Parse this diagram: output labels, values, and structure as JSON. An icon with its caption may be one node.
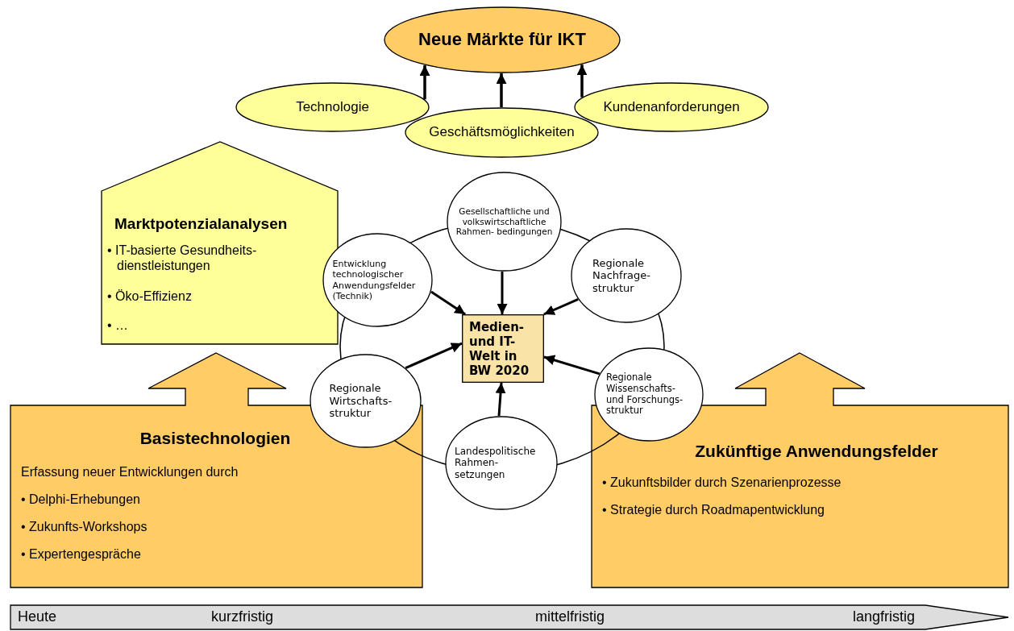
{
  "diagram": {
    "nodes": [
      {
        "text": [
          "Neue Märkte für IKT"
        ]
      },
      {
        "text": [
          "Technologie"
        ]
      },
      {
        "text": [
          "Geschäftsmöglichkeiten"
        ]
      },
      {
        "text": [
          "Kundenanforderungen"
        ]
      },
      {
        "text": [
          "Marktpotenzialanalysen",
          "• IT-basierte Gesundheits- dienstleistungen",
          "• Öko-Effizienz",
          "• …"
        ]
      },
      {
        "text": [
          "Gesellschaftliche und volkswirtschaftliche Rahmen- bedingungen"
        ]
      },
      {
        "text": [
          "Entwicklung technologischer Anwendungsfelder (Technik)"
        ]
      },
      {
        "text": [
          "Regionale Nachfrage- struktur"
        ]
      },
      {
        "text": [
          "Medien- und IT- Welt in BW 2020"
        ]
      },
      {
        "text": [
          "Regionale Wirtschafts- struktur"
        ]
      },
      {
        "text": [
          "Regionale Wissenschafts- und Forschungs- struktur"
        ]
      },
      {
        "text": [
          "Basistechnologien",
          "Erfassung neuer Entwicklungen durch",
          "• Delphi-Erhebungen",
          "• Zukunfts-Workshops",
          "• Expertengespräche"
        ]
      },
      {
        "text": [
          "Zukünftige Anwendungsfelder",
          "• Zukunftsbilder durch Szenarienprozesse",
          "• Strategie durch Roadmapentwicklung"
        ]
      },
      {
        "text": [
          "Landespolitische Rahmen- setzungen"
        ]
      },
      {
        "text": [
          "Heute",
          "kurzfristig",
          "mittelfristig",
          "langfristig"
        ]
      }
    ],
    "edges": [
      {
        "from": 1,
        "to": 0,
        "arrow": "to"
      },
      {
        "from": 2,
        "to": 0,
        "arrow": "to"
      },
      {
        "from": 3,
        "to": 0,
        "arrow": "to"
      },
      {
        "from": 5,
        "to": 8,
        "arrow": "to"
      },
      {
        "from": 6,
        "to": 8,
        "arrow": "to"
      },
      {
        "from": 7,
        "to": 8,
        "arrow": "to"
      },
      {
        "from": 9,
        "to": 8,
        "arrow": "to"
      },
      {
        "from": 10,
        "to": 8,
        "arrow": "to"
      },
      {
        "from": 13,
        "to": 8,
        "arrow": "to"
      }
    ]
  }
}
